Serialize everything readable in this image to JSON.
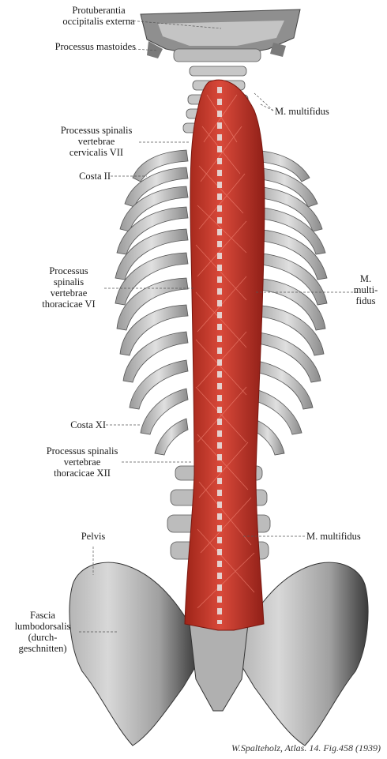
{
  "labels": {
    "protuberantia": "Protuberantia\noccipitalis externa",
    "mastoideus": "Processus mastoides",
    "multifidus_top": "M. multifidus",
    "spinalis_c7": "Processus spinalis\nvertebrae\ncervicalis VII",
    "costa_ii": "Costa II",
    "spinalis_t6": "Processus\nspinalis\nvertebrae\nthoracicae VI",
    "multifidus_mid": "M.\nmulti-\nfidus",
    "costa_xi": "Costa XI",
    "spinalis_t12": "Processus spinalis\nvertebrae\nthoracicae XII",
    "multifidus_low": "M. multifidus",
    "pelvis": "Pelvis",
    "fascia": "Fascia\nlumbodorsalis\n(durch-\ngeschnitten)"
  },
  "caption": "W.Spalteholz, Atlas. 14. Fig.458 (1939)",
  "colors": {
    "bone": "#c9c9c9",
    "bone_dark": "#7d7d7d",
    "muscle": "#c8392b",
    "muscle_dark": "#8f1f17",
    "leader": "#555555"
  }
}
